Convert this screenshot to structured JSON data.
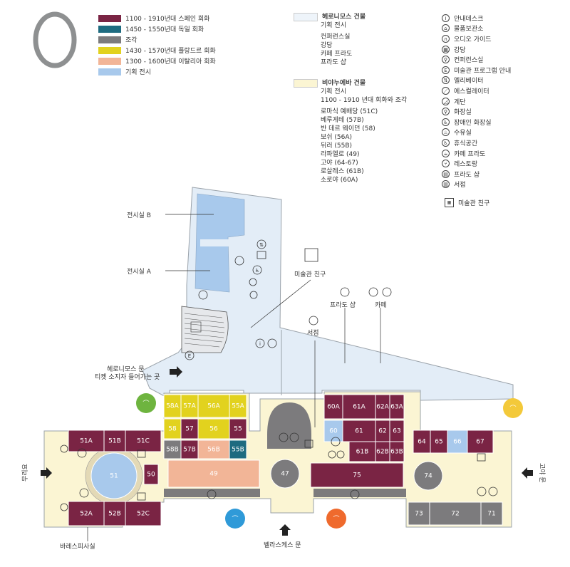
{
  "floor_label": "0",
  "colors": {
    "spanish": "#7a2444",
    "german": "#1e6b80",
    "sculpture": "#7c7b7d",
    "flemish": "#e2d21e",
    "italian": "#f2b597",
    "temporary": "#a8c9ec",
    "floor": "#e3edf7",
    "villanueva": "#fbf5d3"
  },
  "legend": [
    {
      "label": "1100 - 1910년대 스페인 회화",
      "color_key": "spanish"
    },
    {
      "label": "1450 - 1550년대 독일 회화",
      "color_key": "german"
    },
    {
      "label": "조각",
      "color_key": "sculpture"
    },
    {
      "label": "1430 - 1570년대 플랑드르 회화",
      "color_key": "flemish"
    },
    {
      "label": "1300 - 1600년대 이탈리아 회화",
      "color_key": "italian"
    },
    {
      "label": "기획 전시",
      "color_key": "temporary"
    }
  ],
  "jeronimos": {
    "title": "헤로니모스 건물",
    "items": [
      "기획 전시",
      "컨퍼런스실",
      "강당",
      "카페 프라도",
      "프라도 샵"
    ]
  },
  "villanueva": {
    "title": "비야누에바 건물",
    "items": [
      "기획 전시",
      "1100 - 1910 년대 회화와 조각",
      "로마식 예배당 (51C)",
      "베루게테 (57B)",
      "반 데르 웨이던 (58)",
      "보쉬 (56A)",
      "뒤러 (55B)",
      "라파엘로 (49)",
      "고야 (64-67)",
      "로살레스 (61B)",
      "소로야 (60A)"
    ]
  },
  "services": [
    {
      "glyph": "i",
      "label": "안내데스크"
    },
    {
      "glyph": "⌂",
      "label": "물품보관소"
    },
    {
      "glyph": "∩",
      "label": "오디오 가이드"
    },
    {
      "glyph": "▦",
      "label": "강당"
    },
    {
      "glyph": "♀",
      "label": "컨퍼런스실"
    },
    {
      "glyph": "E",
      "label": "미술관 프로그램 안내"
    },
    {
      "glyph": "⇅",
      "label": "엘리베이터"
    },
    {
      "glyph": "⟋",
      "label": "에스컬레이터"
    },
    {
      "glyph": "◿",
      "label": "계단"
    },
    {
      "glyph": "♀",
      "label": "화장실"
    },
    {
      "glyph": "♿",
      "label": "장애인 화장실"
    },
    {
      "glyph": "♨",
      "label": "수유실"
    },
    {
      "glyph": "♿",
      "label": "휴식공간"
    },
    {
      "glyph": "☕",
      "label": "카페 프라도"
    },
    {
      "glyph": "⑂",
      "label": "레스토랑"
    },
    {
      "glyph": "▤",
      "label": "프라도 샵"
    },
    {
      "glyph": "▥",
      "label": "서점"
    }
  ],
  "friends_legend": "미술관 친구",
  "map_labels": {
    "room_b": "전시실 B",
    "room_a": "전시실 A",
    "friends": "미술관 친구",
    "shop": "프라도 샵",
    "cafe": "카페",
    "bookstore": "서점",
    "jeronimos_gate_1": "헤로니모스 문",
    "jeronimos_gate_2": "티켓 소지자 들어가는 곳",
    "murillo": "무리요",
    "goya_gate": "고야 문",
    "velazquez_gate": "벨라스케스 문",
    "bajasti": "바레스피사실",
    "e_icon": "E"
  },
  "rooms": [
    {
      "name": "51A",
      "color_key": "spanish"
    },
    {
      "name": "51B",
      "color_key": "spanish"
    },
    {
      "name": "51C",
      "color_key": "spanish"
    },
    {
      "name": "51",
      "color_key": "temporary"
    },
    {
      "name": "50",
      "color_key": "spanish"
    },
    {
      "name": "52A",
      "color_key": "spanish"
    },
    {
      "name": "52B",
      "color_key": "spanish"
    },
    {
      "name": "52C",
      "color_key": "spanish"
    },
    {
      "name": "58A",
      "color_key": "flemish"
    },
    {
      "name": "57A",
      "color_key": "flemish"
    },
    {
      "name": "56A",
      "color_key": "flemish"
    },
    {
      "name": "55A",
      "color_key": "flemish"
    },
    {
      "name": "58",
      "color_key": "flemish"
    },
    {
      "name": "57",
      "color_key": "spanish"
    },
    {
      "name": "56",
      "color_key": "flemish"
    },
    {
      "name": "55",
      "color_key": "spanish"
    },
    {
      "name": "58B",
      "color_key": "sculpture"
    },
    {
      "name": "57B",
      "color_key": "spanish"
    },
    {
      "name": "56B",
      "color_key": "italian"
    },
    {
      "name": "55B",
      "color_key": "german"
    },
    {
      "name": "49",
      "color_key": "italian"
    },
    {
      "name": "47",
      "color_key": "sculpture"
    },
    {
      "name": "60A",
      "color_key": "spanish"
    },
    {
      "name": "61A",
      "color_key": "spanish"
    },
    {
      "name": "62A",
      "color_key": "spanish"
    },
    {
      "name": "63A",
      "color_key": "spanish"
    },
    {
      "name": "60",
      "color_key": "temporary"
    },
    {
      "name": "61",
      "color_key": "spanish"
    },
    {
      "name": "62",
      "color_key": "spanish"
    },
    {
      "name": "63",
      "color_key": "spanish"
    },
    {
      "name": "61B",
      "color_key": "spanish"
    },
    {
      "name": "62B",
      "color_key": "spanish"
    },
    {
      "name": "63B",
      "color_key": "spanish"
    },
    {
      "name": "75",
      "color_key": "spanish"
    },
    {
      "name": "64",
      "color_key": "spanish"
    },
    {
      "name": "65",
      "color_key": "spanish"
    },
    {
      "name": "66",
      "color_key": "temporary"
    },
    {
      "name": "67",
      "color_key": "spanish"
    },
    {
      "name": "74",
      "color_key": "sculpture"
    },
    {
      "name": "73",
      "color_key": "sculpture"
    },
    {
      "name": "72",
      "color_key": "sculpture"
    },
    {
      "name": "71",
      "color_key": "sculpture"
    }
  ]
}
